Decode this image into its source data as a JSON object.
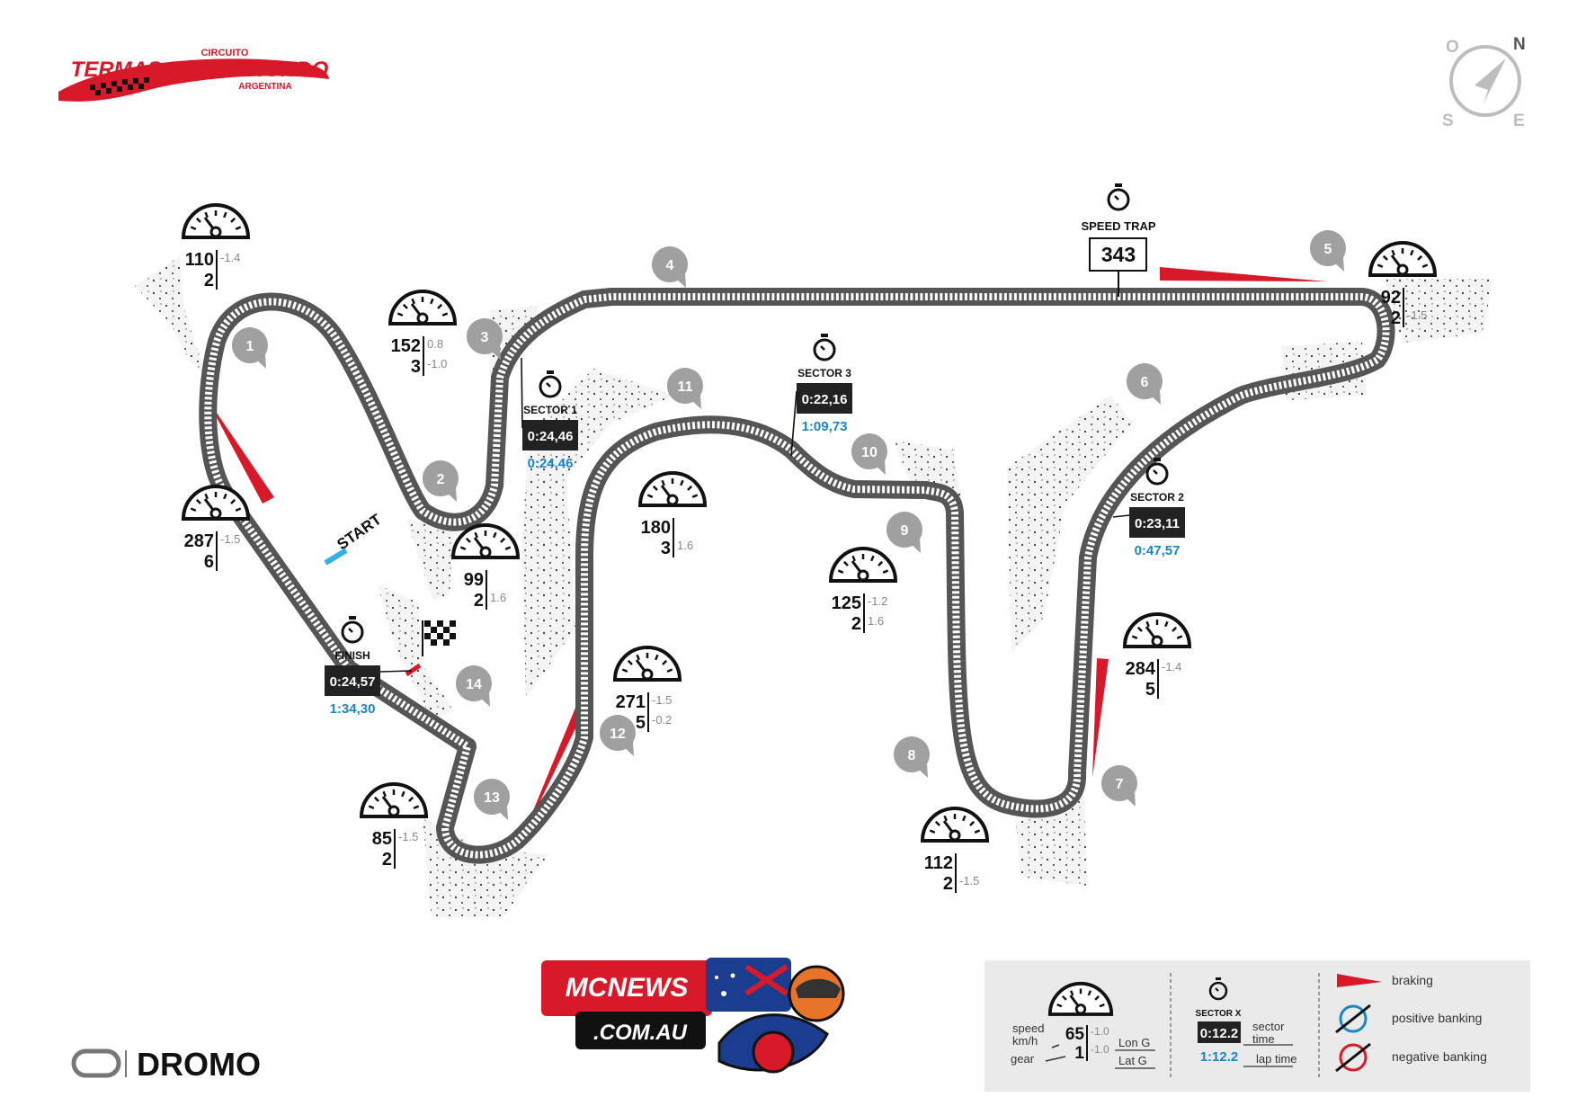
{
  "logo": {
    "top": "CIRCUITO",
    "main": "TERMAS DE RIO HONDO",
    "sub": "ARGENTINA"
  },
  "compass": {
    "n": "N",
    "o": "O",
    "s": "S",
    "e": "E"
  },
  "labels": {
    "start": "START",
    "finish": "FINISH",
    "speed_trap": "SPEED TRAP",
    "speed_trap_value": "343"
  },
  "corners": [
    "1",
    "2",
    "3",
    "4",
    "5",
    "6",
    "7",
    "8",
    "9",
    "10",
    "11",
    "12",
    "13",
    "14"
  ],
  "gauges": [
    {
      "speed": "110",
      "gear": "2",
      "v1": "-1.4",
      "v2": ""
    },
    {
      "speed": "152",
      "gear": "3",
      "v1": "0.8",
      "v2": "-1.0"
    },
    {
      "speed": "287",
      "gear": "6",
      "v1": "-1.5",
      "v2": ""
    },
    {
      "speed": "99",
      "gear": "2",
      "v1": "",
      "v2": "1.6"
    },
    {
      "speed": "180",
      "gear": "3",
      "v1": "",
      "v2": "1.6"
    },
    {
      "speed": "125",
      "gear": "2",
      "v1": "-1.2",
      "v2": "1.6"
    },
    {
      "speed": "92",
      "gear": "2",
      "v1": "",
      "v2": "-1.5"
    },
    {
      "speed": "284",
      "gear": "5",
      "v1": "-1.4",
      "v2": ""
    },
    {
      "speed": "271",
      "gear": "5",
      "v1": "-1.5",
      "v2": "-0.2"
    },
    {
      "speed": "85",
      "gear": "2",
      "v1": "-1.5",
      "v2": ""
    },
    {
      "speed": "112",
      "gear": "2",
      "v1": "",
      "v2": "-1.5"
    }
  ],
  "sectors": [
    {
      "label": "SECTOR 1",
      "sector_time": "0:24,46",
      "lap_time": "0:24,46"
    },
    {
      "label": "SECTOR 3",
      "sector_time": "0:22,16",
      "lap_time": "1:09,73"
    },
    {
      "label": "SECTOR 2",
      "sector_time": "0:23,11",
      "lap_time": "0:47,57"
    },
    {
      "label": "FINISH",
      "sector_time": "0:24,57",
      "lap_time": "1:34,30"
    }
  ],
  "legend": {
    "speed": "speed",
    "kmh": "km/h",
    "gear": "gear",
    "speed_val": "65",
    "gear_val": "1",
    "lon_val": "-1.0",
    "lat_val": "-1.0",
    "lon": "Lon G",
    "lat": "Lat G",
    "sector_label": "SECTOR X",
    "sector_time_val": "0:12.2",
    "lap_time_val": "1:12.2",
    "sector_time": "sector",
    "sector_time2": "time",
    "lap_time": "lap time",
    "braking": "braking",
    "positive_banking": "positive banking",
    "negative_banking": "negative banking"
  },
  "promo": {
    "line1": "MCNEWS",
    "line2": ".COM.AU"
  },
  "brand": "DROMO",
  "colors": {
    "track": "#5a5a5a",
    "braking": "#d7192a",
    "lap_time": "#1a86c8",
    "gravel": "#f2f2f2",
    "legend_bg": "#eaeaea"
  }
}
